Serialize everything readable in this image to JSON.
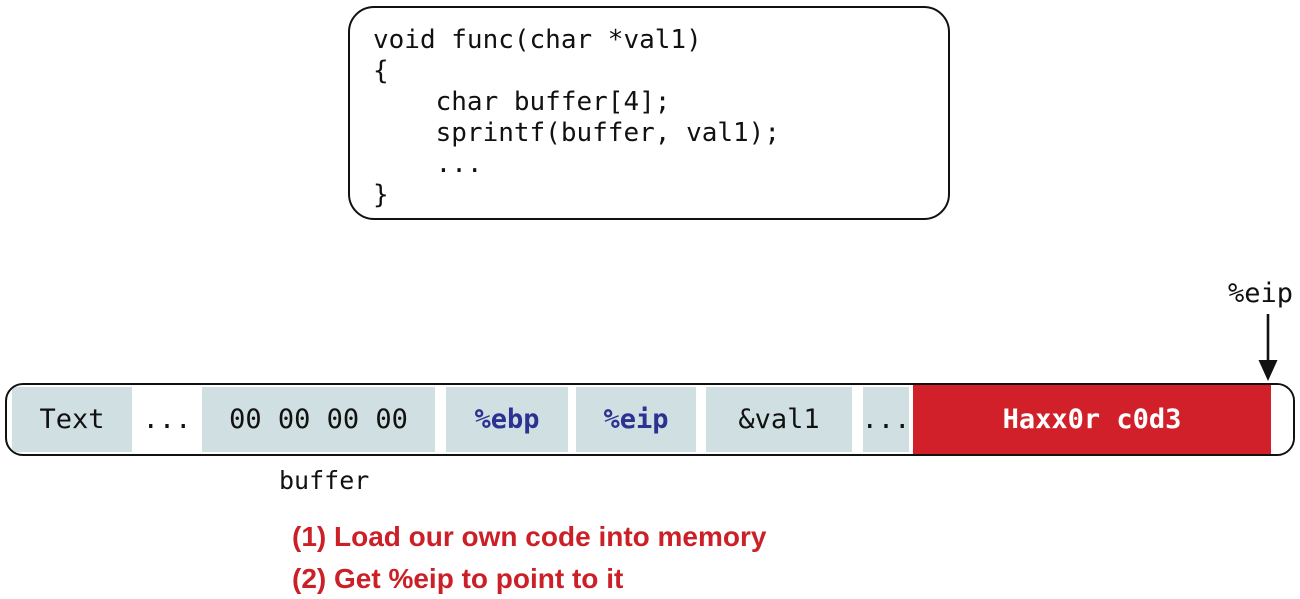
{
  "colors": {
    "segment-fill": "#cfdfe2",
    "payload-red": "#d1202a",
    "register-navy": "#2e3192",
    "annotation-red": "#cb2027",
    "ink": "#111111"
  },
  "code_box": {
    "text": "void func(char *val1)\n{\n    char buffer[4];\n    sprintf(buffer, val1);\n    ...\n}"
  },
  "eip_pointer": {
    "label": "%eip"
  },
  "memory_bar": {
    "segments": [
      {
        "label": "Text"
      },
      {
        "label": "..."
      },
      {
        "label": "00 00 00 00"
      },
      {
        "label": "%ebp"
      },
      {
        "label": "%eip"
      },
      {
        "label": "&val1"
      },
      {
        "label": "..."
      },
      {
        "label": "Haxx0r c0d3"
      },
      {
        "label": ""
      }
    ]
  },
  "buffer_label": "buffer",
  "annotations": {
    "line1": "(1) Load our own code into memory",
    "line2": "(2) Get %eip to point to it"
  }
}
